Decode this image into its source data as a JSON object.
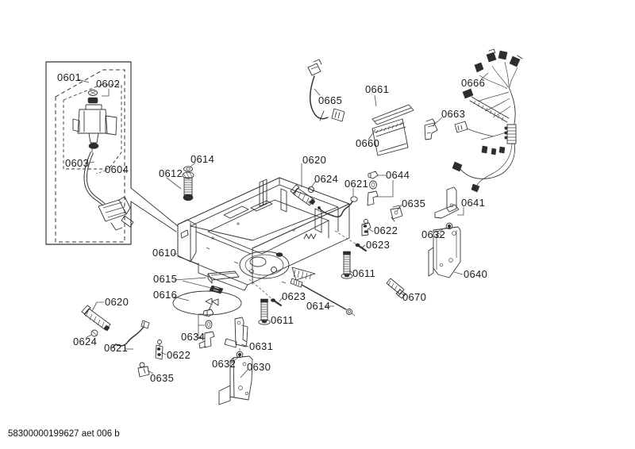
{
  "document": {
    "footer_code": "58300000199627 aet 006 b"
  },
  "colors": {
    "line": "#333333",
    "background": "#ffffff",
    "text": "#1b1b1b"
  },
  "diagram": {
    "description": "Exploded spare-parts line diagram of an appliance base assembly with numbered callouts",
    "labels": [
      {
        "part": "0601"
      },
      {
        "part": "0602"
      },
      {
        "part": "0603"
      },
      {
        "part": "0604"
      },
      {
        "part": "0665"
      },
      {
        "part": "0661"
      },
      {
        "part": "0660"
      },
      {
        "part": "0663"
      },
      {
        "part": "0666"
      },
      {
        "part": "0614"
      },
      {
        "part": "0612"
      },
      {
        "part": "0620"
      },
      {
        "part": "0624"
      },
      {
        "part": "0621"
      },
      {
        "part": "0644"
      },
      {
        "part": "0635"
      },
      {
        "part": "0622"
      },
      {
        "part": "0623"
      },
      {
        "part": "0641"
      },
      {
        "part": "0632"
      },
      {
        "part": "0640"
      },
      {
        "part": "0610"
      },
      {
        "part": "0611"
      },
      {
        "part": "0615"
      },
      {
        "part": "0616"
      },
      {
        "part": "0623"
      },
      {
        "part": "0614"
      },
      {
        "part": "0611"
      },
      {
        "part": "0670"
      },
      {
        "part": "0620"
      },
      {
        "part": "0624"
      },
      {
        "part": "0621"
      },
      {
        "part": "0622"
      },
      {
        "part": "0634"
      },
      {
        "part": "0635"
      },
      {
        "part": "0631"
      },
      {
        "part": "0632"
      },
      {
        "part": "0630"
      }
    ]
  }
}
